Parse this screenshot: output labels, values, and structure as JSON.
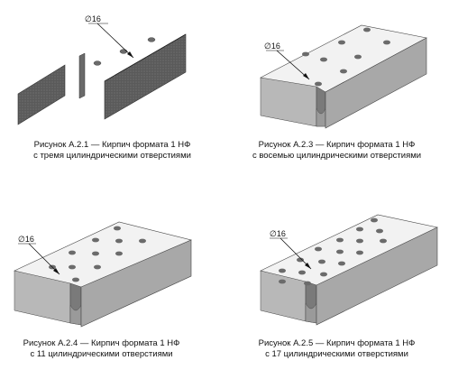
{
  "figures": [
    {
      "dimension": "∅16",
      "caption_line1": "Рисунок А.2.1 — Кирпич формата 1 НФ",
      "caption_line2": "с тремя цилиндрическими отверстиями"
    },
    {
      "dimension": "∅16",
      "caption_line1": "Рисунок А.2.3 — Кирпич формата 1 НФ",
      "caption_line2": "с восемью цилиндрическими отверстиями"
    },
    {
      "dimension": "∅16",
      "caption_line1": "Рисунок А.2.4 — Кирпич формата 1 НФ",
      "caption_line2": "с 11 цилиндрическими отверстиями"
    },
    {
      "dimension": "∅16",
      "caption_line1": "Рисунок А.2.5 — Кирпич формата 1 НФ",
      "caption_line2": "с 17 цилиндрическими отверстиями"
    }
  ]
}
